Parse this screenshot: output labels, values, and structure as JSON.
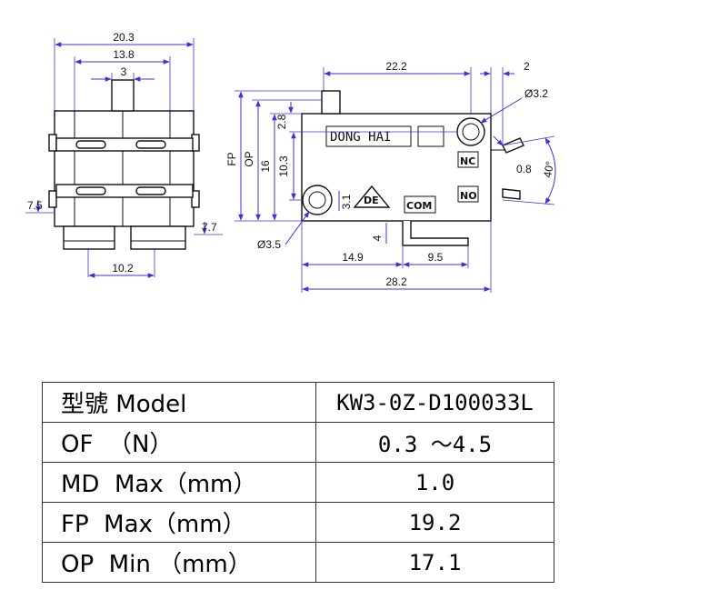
{
  "front_view": {
    "dims": {
      "top_outer": "20.3",
      "top_mid": "13.8",
      "top_small": "3",
      "left": "7.5",
      "right": "7.7",
      "bottom": "10.2"
    }
  },
  "side_view": {
    "label": "DONG HAI",
    "terminals": {
      "nc": "NC",
      "no": "NO",
      "com": "COM"
    },
    "mark": "DE",
    "dims": {
      "top_len": "22.2",
      "top_right": "2",
      "hole_top": "Ø3.2",
      "hole_bottom": "Ø3.5",
      "fp": "FP",
      "op": "OP",
      "h16": "16",
      "h10_3": "10.3",
      "h2_8": "2.8",
      "h3_1": "3.1",
      "lever": "0.8",
      "angle": "40°",
      "pin": "4",
      "b14_9": "14.9",
      "b9_5": "9.5",
      "b28_2": "28.2"
    }
  },
  "spec_table": [
    {
      "key": "型號 Model",
      "value": "KW3-0Z-D100033L"
    },
    {
      "key": "OF  （N）",
      "value": "0.3 ～4.5"
    },
    {
      "key": "MD  Max（mm）",
      "value": "1.0"
    },
    {
      "key": "FP  Max（mm）",
      "value": "19.2"
    },
    {
      "key": "OP  Min （mm）",
      "value": "17.1"
    }
  ]
}
